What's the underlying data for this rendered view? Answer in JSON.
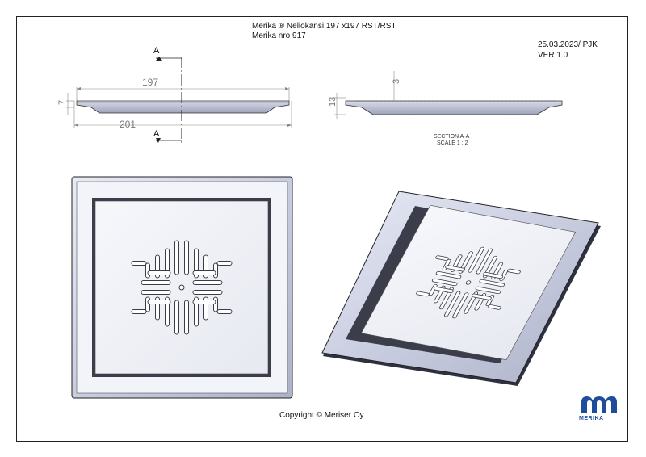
{
  "title_block": {
    "line1": "Merika ® Neliökansi 197 x197 RST/RST",
    "line2": "Merika nro  917",
    "date": "25.03.2023/ PJK",
    "version": "VER 1.0"
  },
  "dimensions": {
    "width_top": "197",
    "width_bottom": "201",
    "height_left": "7",
    "section_height": "13",
    "section_depth": "3"
  },
  "section": {
    "marker": "A",
    "label": "SECTION A-A",
    "scale": "SCALE 1 : 2"
  },
  "footer": {
    "copyright": "Copyright © Meriser Oy"
  },
  "logo": {
    "word": "MERIKA",
    "color": "#1e4d9a"
  }
}
